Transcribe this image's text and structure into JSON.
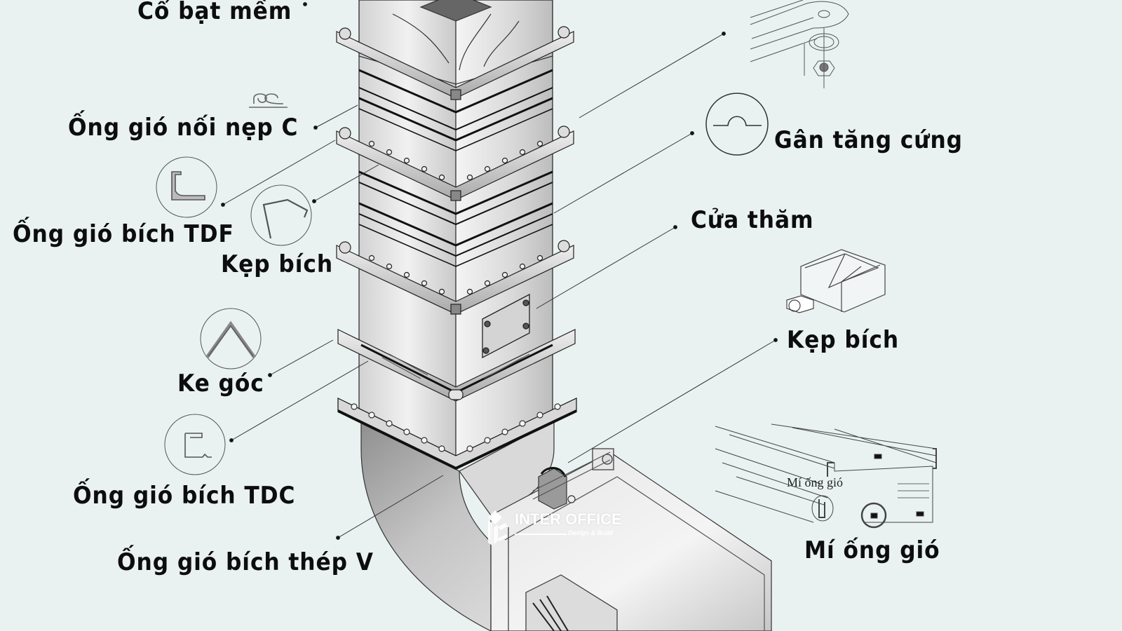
{
  "diagram": {
    "subject": "Rectangular air duct system components (exploded isometric view)",
    "background_color": "#e9f2f1",
    "text_color": "#0d0d0d",
    "labels": [
      {
        "id": "co-bat-mem",
        "text": "Cổ bạt mềm",
        "side": "left"
      },
      {
        "id": "ong-gio-noi-nep-c",
        "text": "Ống gió nối nẹp C",
        "side": "left"
      },
      {
        "id": "ong-gio-bich-tdf",
        "text": "Ống gió bích TDF",
        "side": "left"
      },
      {
        "id": "kep-bich-left",
        "text": "Kẹp bích",
        "side": "left"
      },
      {
        "id": "ke-goc",
        "text": "Ke góc",
        "side": "left"
      },
      {
        "id": "ong-gio-bich-tdc",
        "text": "Ống gió bích TDC",
        "side": "left"
      },
      {
        "id": "ong-gio-bich-thep-v",
        "text": "Ống gió bích thép V",
        "side": "left"
      },
      {
        "id": "gan-tang-cung",
        "text": "Gân tăng cứng",
        "side": "right"
      },
      {
        "id": "cua-tham",
        "text": "Cửa thăm",
        "side": "right"
      },
      {
        "id": "kep-bich-right",
        "text": "Kẹp bích",
        "side": "right"
      },
      {
        "id": "mi-ong-gio",
        "text": "Mí ống gió",
        "side": "right"
      }
    ],
    "detail_callouts": {
      "mi_ong_gio_inset_label": "Mí ống gió"
    }
  },
  "watermark": {
    "brand": "INTER OFFICE",
    "tagline": "Design & Build"
  }
}
